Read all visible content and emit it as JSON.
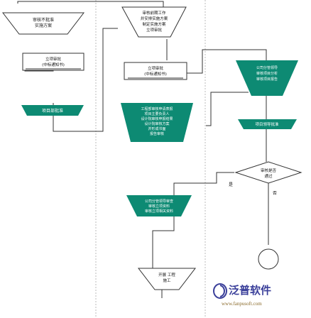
{
  "colors": {
    "teal": "#0d8a73",
    "line": "#333333",
    "lane": "#bbbbbb",
    "logo_blue": "#3a3f9a",
    "logo_url": "#8a6a2a"
  },
  "nodes": {
    "top_left_funnel_l1": "审核不批准",
    "top_left_funnel_l2": "实施方案",
    "top_mid_funnel_l1": "审核前期工作",
    "top_mid_funnel_l2": "并安排实施方案",
    "top_mid_funnel_l3": "制定实施方案",
    "top_mid_funnel_l4": "立项审批",
    "left_box_l1": "立项审批",
    "left_box_l2": "(中标通知书)",
    "left_teal_bar": "项目部批准",
    "mid_box_l1": "立项审批",
    "mid_box_l2": "(中标通知书)",
    "mid_teal_funnel_l1": "工程部审核申请表报",
    "mid_teal_funnel_l2": "项目主要负责人",
    "mid_teal_funnel_l3": "设计院审核申报结果",
    "mid_teal_funnel_l4": "设计院审核方案",
    "mid_teal_funnel_l5": "并形成书面",
    "mid_teal_funnel_l6": "报告审核",
    "right_teal_funnel_l1": "公司分管领导",
    "right_teal_funnel_l2": "审核项目分析",
    "right_teal_funnel_l3": "审核项目报告",
    "right_teal_bar": "项目领导批准",
    "diamond_l1": "审核是否",
    "diamond_l2": "通过",
    "diamond_yes": "是",
    "diamond_no": "否",
    "lower_teal_funnel_l1": "公司分管领导审查",
    "lower_teal_funnel_l2": "审核立项资料",
    "lower_teal_funnel_l3": "审核立项相关资料",
    "bottom_funnel_l1": "开展 工程",
    "bottom_funnel_l2": "施工"
  },
  "logo": {
    "brand": "泛普软件",
    "url": "www.fanpusoft.com"
  }
}
